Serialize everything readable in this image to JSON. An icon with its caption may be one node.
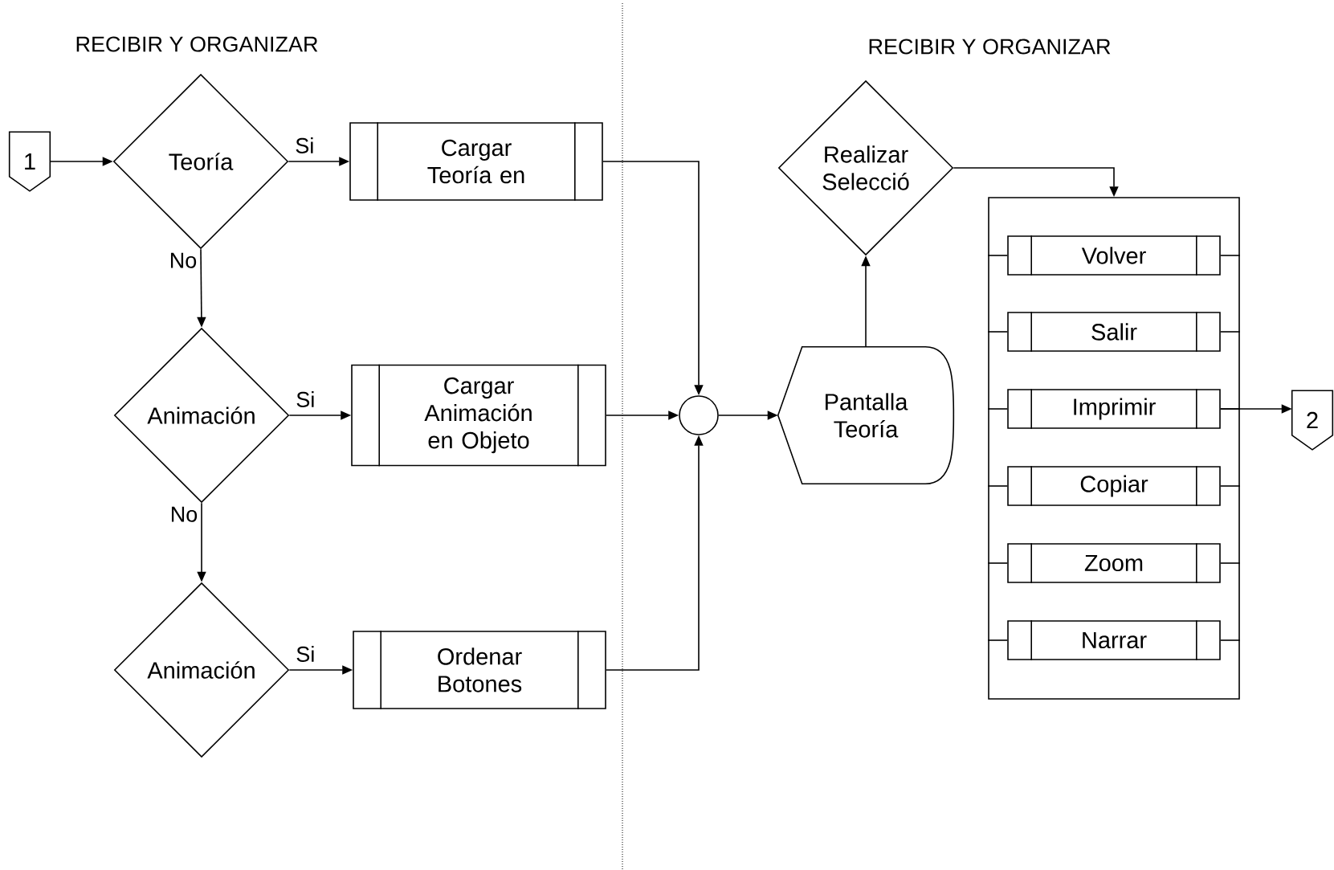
{
  "diagram": {
    "nodes": [
      {
        "text": [
          "1"
        ]
      },
      {
        "text": [
          "Teoría"
        ]
      },
      {
        "text": [
          "Cargar Teoría en"
        ]
      },
      {
        "text": [
          "Animación"
        ]
      },
      {
        "text": [
          "Cargar Animación en Objeto"
        ]
      },
      {
        "text": [
          "Animación"
        ]
      },
      {
        "text": [
          "Ordenar Botones"
        ]
      },
      {
        "text": [],
        "shape": "circle"
      },
      {
        "text": [
          "Pantalla Teoría"
        ]
      },
      {
        "text": [
          "Realizar Selecció"
        ]
      },
      {
        "text": [],
        "shape": "box"
      },
      {
        "text": [
          "Volver"
        ],
        "in": 10
      },
      {
        "text": [
          "Salir"
        ],
        "in": 10
      },
      {
        "text": [
          "Imprimir"
        ],
        "in": 10
      },
      {
        "text": [
          "Copiar"
        ],
        "in": 10
      },
      {
        "text": [
          "Zoom"
        ],
        "in": 10
      },
      {
        "text": [
          "Narrar"
        ],
        "in": 10
      },
      {
        "text": [
          "2"
        ]
      }
    ],
    "edges": [
      {
        "from": 0,
        "to": 1,
        "arrow": "to"
      },
      {
        "from": 1,
        "to": 2,
        "arrow": "to",
        "label": "Si"
      },
      {
        "from": 1,
        "to": 3,
        "arrow": "to",
        "label": "No"
      },
      {
        "from": 3,
        "to": 4,
        "arrow": "to",
        "label": "Si"
      },
      {
        "from": 3,
        "to": 5,
        "arrow": "to",
        "label": "No"
      },
      {
        "from": 5,
        "to": 6,
        "arrow": "to",
        "label": "Si"
      },
      {
        "from": 2,
        "to": 7,
        "arrow": "to"
      },
      {
        "from": 4,
        "to": 7,
        "arrow": "to"
      },
      {
        "from": 6,
        "to": 7,
        "arrow": "to"
      },
      {
        "from": 7,
        "to": 8,
        "arrow": "to"
      },
      {
        "from": 8,
        "to": 9,
        "arrow": "to"
      },
      {
        "from": 9,
        "to": 10,
        "arrow": "to"
      },
      {
        "from": 13,
        "to": 17,
        "arrow": "to"
      }
    ],
    "labels": [
      "RECIBIR Y ORGANIZAR",
      "RECIBIR Y ORGANIZAR"
    ]
  }
}
